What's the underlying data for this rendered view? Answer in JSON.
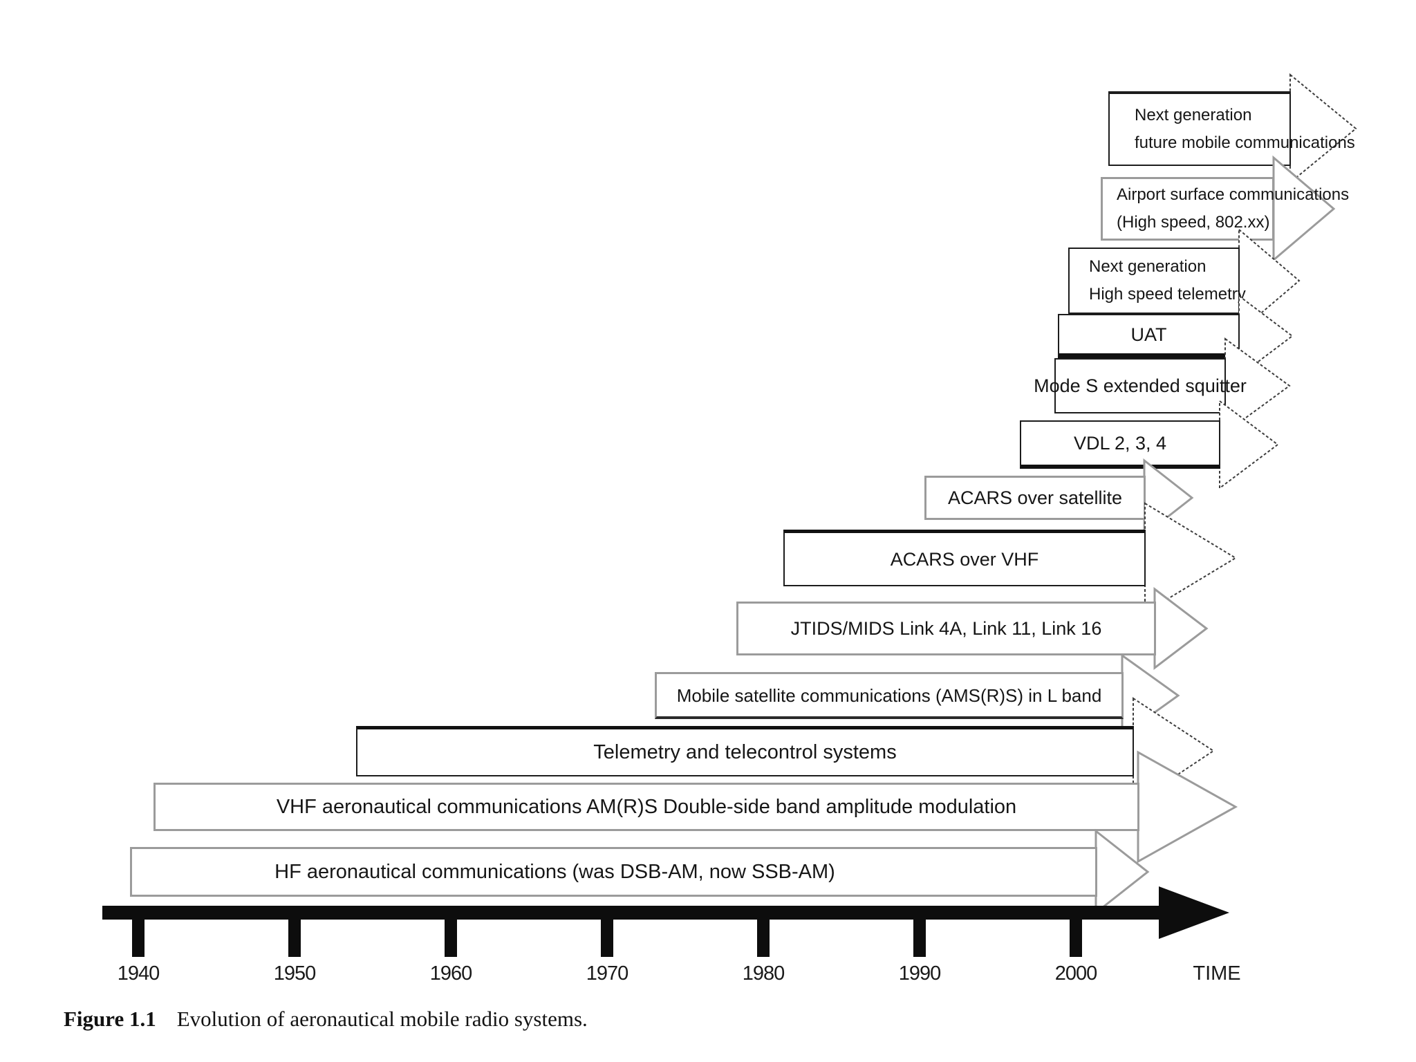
{
  "figure": {
    "label": "Figure 1.1",
    "caption": "Evolution of aeronautical mobile radio systems."
  },
  "timeline": {
    "ticks": [
      "1940",
      "1950",
      "1960",
      "1970",
      "1980",
      "1990",
      "2000"
    ],
    "axis_label": "TIME"
  },
  "rows": [
    {
      "lines": [
        "Next generation",
        "future mobile communications"
      ]
    },
    {
      "lines": [
        "Airport surface communications",
        "(High speed, 802.xx)"
      ]
    },
    {
      "lines": [
        "Next generation",
        "High speed telemetry"
      ]
    },
    {
      "label": "UAT"
    },
    {
      "label": "Mode S extended squitter"
    },
    {
      "label": "VDL 2, 3, 4"
    },
    {
      "label": "ACARS over satellite"
    },
    {
      "label": "ACARS over VHF"
    },
    {
      "label": "JTIDS/MIDS Link 4A, Link 11, Link 16"
    },
    {
      "label": "Mobile satellite communications (AMS(R)S) in L band"
    },
    {
      "label": "Telemetry and telecontrol systems"
    },
    {
      "label": "VHF aeronautical communications AM(R)S Double-side band amplitude modulation"
    },
    {
      "label": "HF aeronautical communications (was DSB-AM, now SSB-AM)"
    }
  ],
  "colors": {
    "ink": "#1a1a1a",
    "outline_gray": "#9b9b9b",
    "background": "#ffffff"
  }
}
